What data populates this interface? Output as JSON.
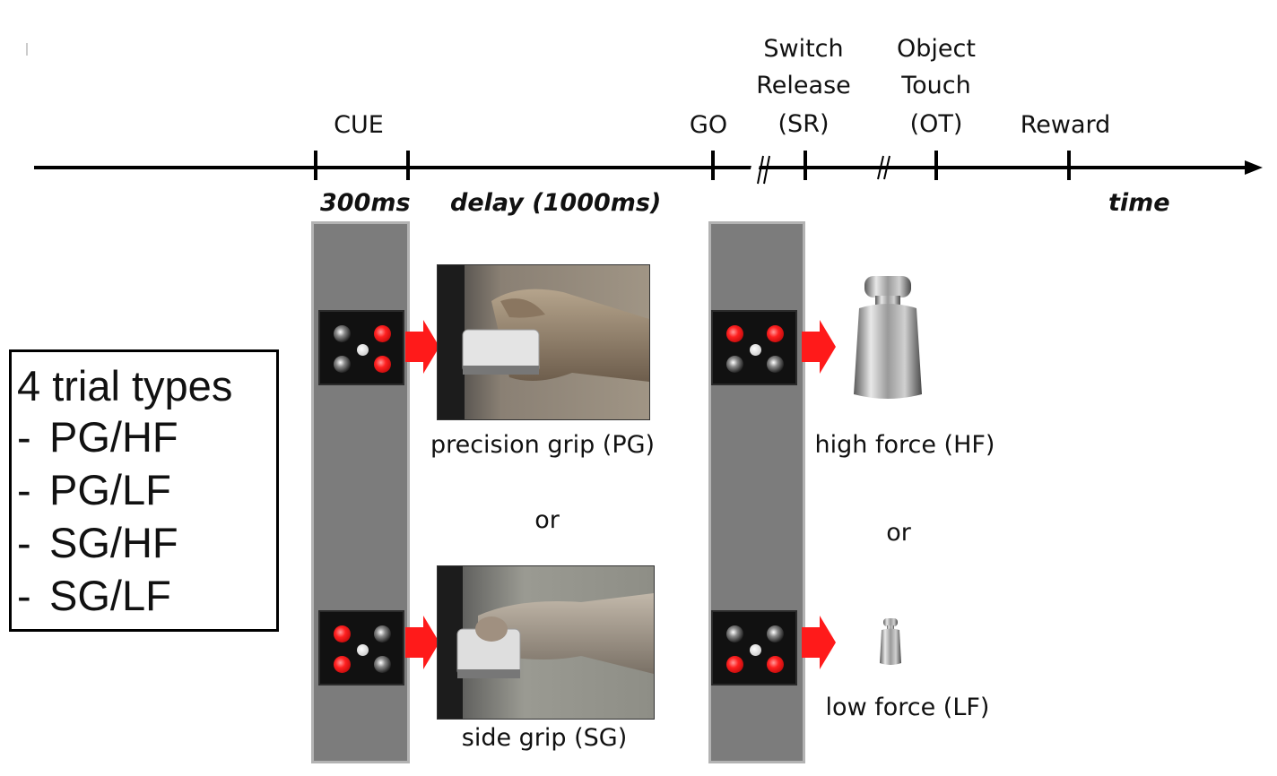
{
  "timeline": {
    "events": {
      "cue": "CUE",
      "go": "GO",
      "sr": [
        "Switch",
        "Release",
        "(SR)"
      ],
      "ot": [
        "Object",
        "Touch",
        "(OT)"
      ],
      "reward": "Reward"
    },
    "durations": {
      "cue": "300ms",
      "delay": "delay (1000ms)",
      "axis": "time"
    }
  },
  "grip": {
    "pg": "precision grip (PG)",
    "or": "or",
    "sg": "side grip (SG)"
  },
  "force": {
    "hf": "high force (HF)",
    "or": "or",
    "lf": "low force (LF)"
  },
  "legend": {
    "title": "4 trial types",
    "dash": "-",
    "items": [
      "PG/HF",
      "PG/LF",
      "SG/HF",
      "SG/LF"
    ]
  },
  "colors": {
    "arrow": "#ff1a1a",
    "panel": "#7c7c7c",
    "led_on": "#ff2020"
  },
  "icons": [
    "led-cue-icon",
    "right-arrow-icon",
    "weight-icon"
  ]
}
